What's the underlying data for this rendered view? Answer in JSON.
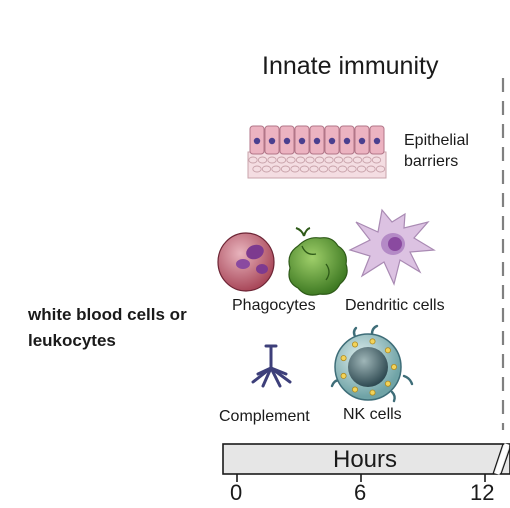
{
  "title": "Innate immunity",
  "components": {
    "epithelial_barriers": [
      "Epithelial",
      "barriers"
    ],
    "phagocytes": "Phagocytes",
    "dendritic_cells": "Dendritic cells",
    "complement": "Complement",
    "nk_cells": "NK cells"
  },
  "side_note": [
    "white blood cells or",
    "leukocytes"
  ],
  "timeline": {
    "label": "Hours",
    "ticks": [
      "0",
      "6",
      "12"
    ]
  },
  "colors": {
    "epithelium": "#e8aebb",
    "macrophage": "#c06a7a",
    "neutrophil": "#5e9a3a",
    "dendritic": "#d6b8dc",
    "complement": "#3d3f7a",
    "nk_cell": "#8fbcbc",
    "timeline_bar": "#e6e6e6"
  }
}
